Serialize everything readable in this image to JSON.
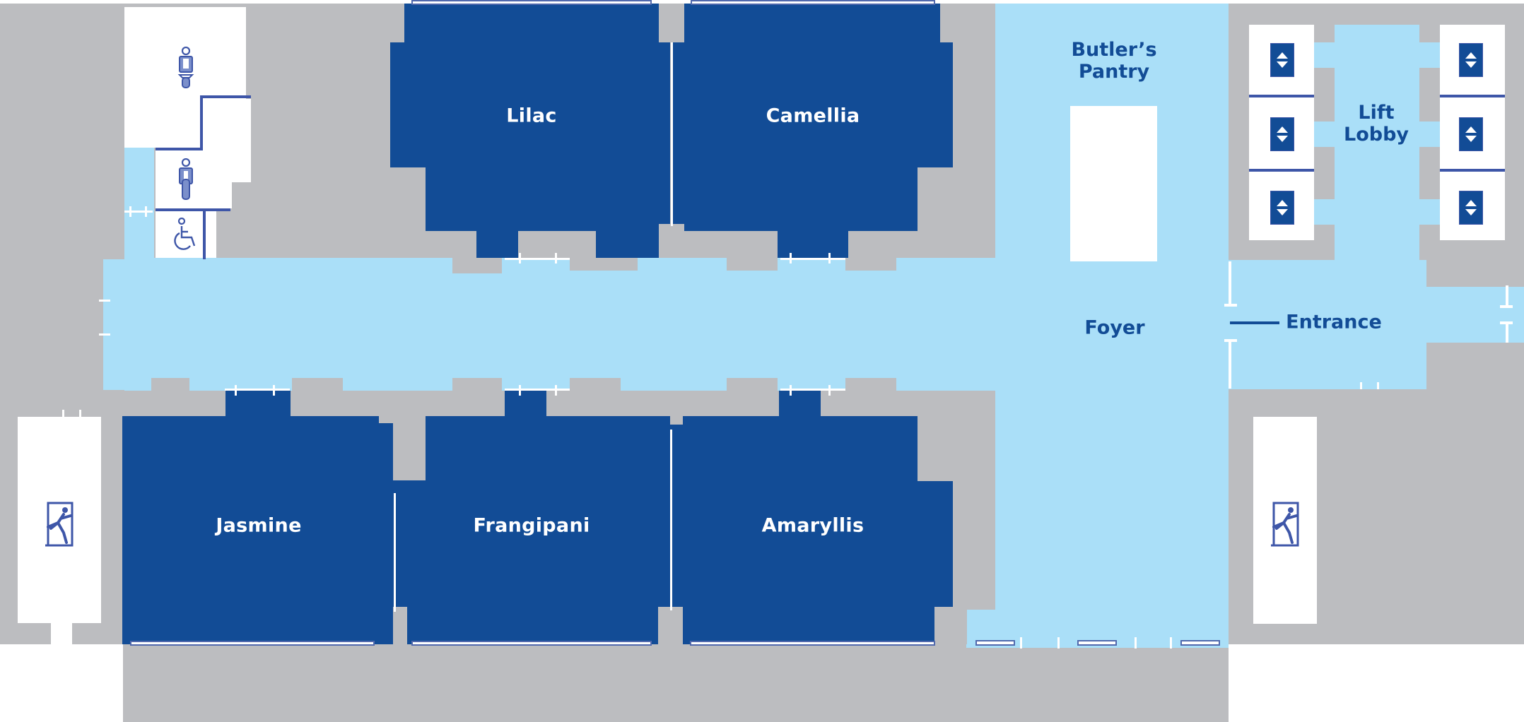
{
  "floor_plan": {
    "colors": {
      "function_room": "#124c96",
      "circulation": "#aadff8",
      "wall": "#bcbdc0",
      "service": "#ffffff",
      "area_label": "#124c96",
      "room_label": "#ffffff"
    },
    "rooms": [
      {
        "name": "Lilac"
      },
      {
        "name": "Camellia"
      },
      {
        "name": "Jasmine"
      },
      {
        "name": "Frangipani"
      },
      {
        "name": "Amaryllis"
      }
    ],
    "areas": {
      "butlers_pantry": "Butler’s\nPantry",
      "lift_lobby": "Lift\nLobby",
      "foyer": "Foyer",
      "entrance": "Entrance"
    },
    "icons": {
      "female_toilet": "female-toilet-icon",
      "male_toilet": "male-toilet-icon",
      "accessible_toilet": "accessible-toilet-icon",
      "lift": "lift-icon",
      "emergency_exit": "emergency-exit-icon"
    },
    "lift_count": 6
  }
}
